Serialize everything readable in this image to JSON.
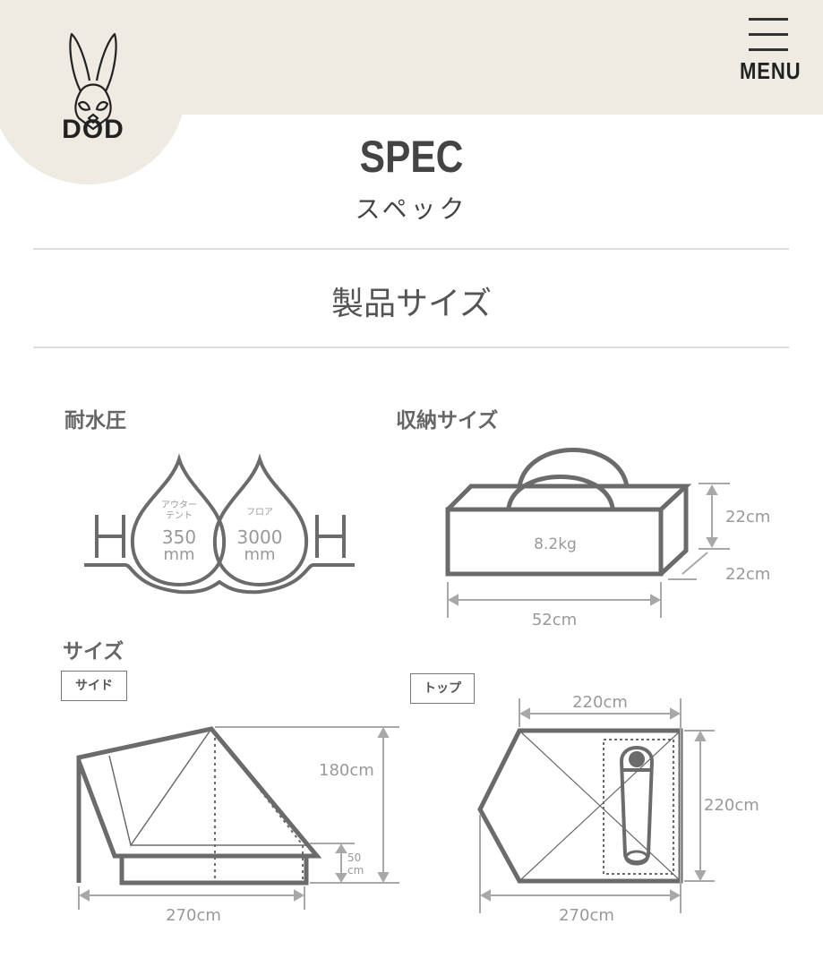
{
  "header": {
    "brand": "DOD",
    "menu_label": "MENU",
    "background_color": "#efebe3"
  },
  "page": {
    "title": "SPEC",
    "subtitle": "スペック",
    "section_title": "製品サイズ"
  },
  "water_resistance": {
    "label": "耐水圧",
    "outer_tent": {
      "label_line1": "アウター",
      "label_line2": "テント",
      "value": "350",
      "unit": "mm"
    },
    "floor": {
      "label": "フロア",
      "value": "3000",
      "unit": "mm"
    },
    "h_left": "H",
    "h_right": "H"
  },
  "storage": {
    "label": "収納サイズ",
    "weight": "8.2kg",
    "height": "22cm",
    "depth": "22cm",
    "width": "52cm"
  },
  "size": {
    "label": "サイズ",
    "side": {
      "tag": "サイド",
      "height": "180cm",
      "floor_height_value": "50",
      "floor_height_unit": "cm",
      "length": "270cm"
    },
    "top": {
      "tag": "トップ",
      "inner_width": "220cm",
      "depth": "220cm",
      "length": "270cm"
    }
  },
  "colors": {
    "line": "#6b6b6b",
    "dimension": "#a8a8a8",
    "text": "#555555"
  }
}
